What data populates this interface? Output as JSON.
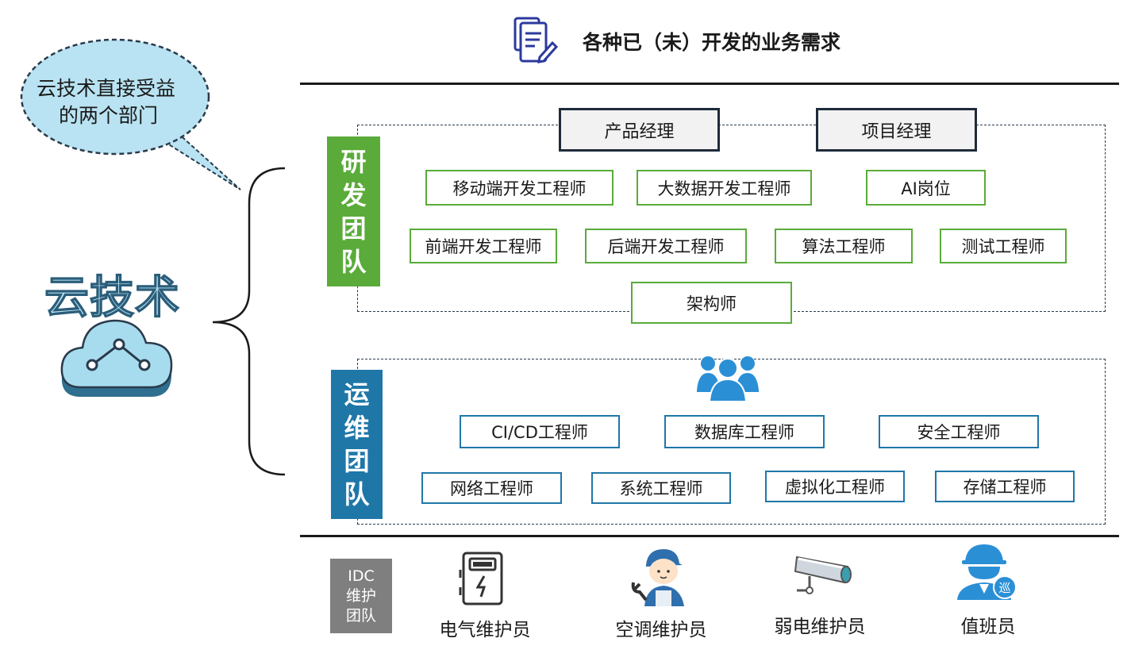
{
  "header": {
    "title": "各种已（未）开发的业务需求",
    "icon": "document-edit-icon"
  },
  "callout": {
    "text_line1": "云技术直接受益",
    "text_line2": "的两个部门"
  },
  "cloud": {
    "title": "云技术",
    "icon": "cloud-icon"
  },
  "rd_team": {
    "label": [
      "研",
      "发",
      "团",
      "队"
    ],
    "managers": [
      "产品经理",
      "项目经理"
    ],
    "roles": [
      "移动端开发工程师",
      "大数据开发工程师",
      "AI岗位",
      "前端开发工程师",
      "后端开发工程师",
      "算法工程师",
      "测试工程师",
      "架构师"
    ],
    "color": "#5aab3a"
  },
  "ops_team": {
    "label": [
      "运",
      "维",
      "团",
      "队"
    ],
    "icon": "people-group-icon",
    "roles": [
      "CI/CD工程师",
      "数据库工程师",
      "安全工程师",
      "网络工程师",
      "系统工程师",
      "虚拟化工程师",
      "存储工程师"
    ],
    "color": "#1f77a8"
  },
  "idc_team": {
    "label_lines": [
      "IDC",
      "维护",
      "团队"
    ],
    "members": [
      {
        "name": "电气维护员",
        "icon": "electrical-cabinet-icon"
      },
      {
        "name": "空调维护员",
        "icon": "technician-icon"
      },
      {
        "name": "弱电维护员",
        "icon": "cctv-camera-icon"
      },
      {
        "name": "值班员",
        "icon": "patrol-guard-icon"
      }
    ]
  }
}
